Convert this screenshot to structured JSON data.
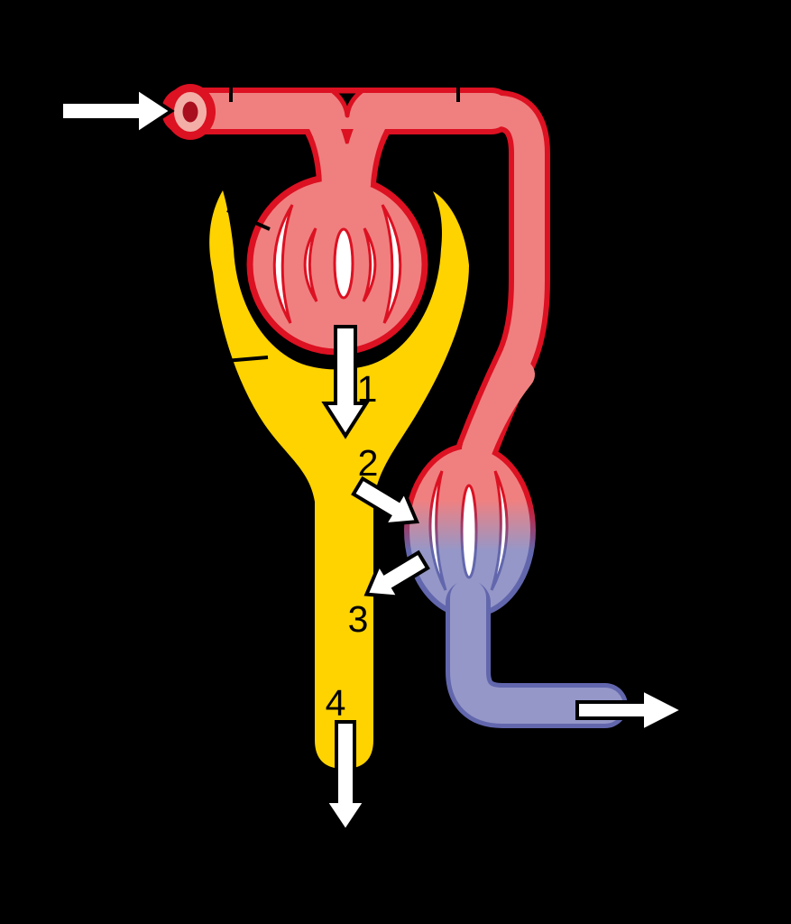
{
  "figure": {
    "type": "anatomical-diagram",
    "subject": "nephron-physiology",
    "background": "#000000",
    "labels": {
      "arrow1": "1",
      "arrow2": "2",
      "arrow3": "3",
      "arrow4": "4"
    }
  },
  "colors": {
    "background": "#000000",
    "artery_fill": "#F08080",
    "artery_outline": "#DC1122",
    "capsule_fill": "#FFD300",
    "vein_fill": "#9597C8",
    "vein_outline": "#6267AD",
    "capillary_white": "#FFFFFF",
    "lumen_ring": "#F3AFA7",
    "lumen_center": "#A80E1E",
    "arrow_fill": "#FFFFFF",
    "arrow_outline": "#000000",
    "leader_line": "#000000",
    "label": "#000000"
  }
}
